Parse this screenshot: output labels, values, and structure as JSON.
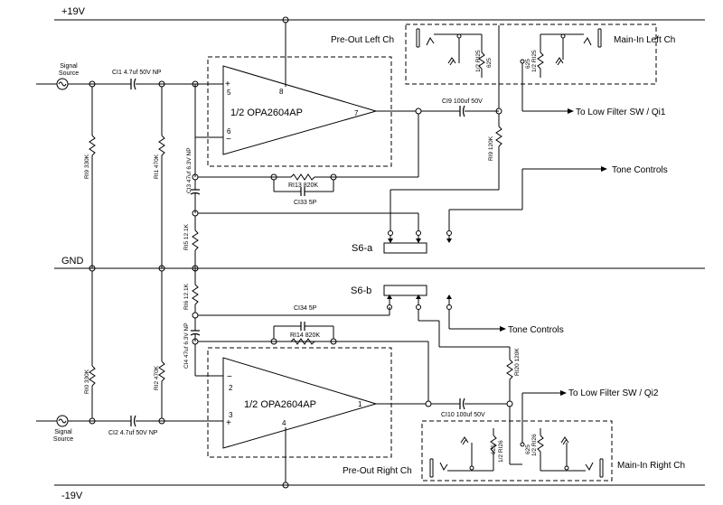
{
  "rails": {
    "pos": "+19V",
    "gnd": "GND",
    "neg": "-19V"
  },
  "sources": {
    "top": [
      "Signal",
      "Source"
    ],
    "bottom": [
      "Signal",
      "Source"
    ]
  },
  "opamps": {
    "upper": {
      "name": "1/2 OPA2604AP",
      "pin_plus": "+",
      "pin_minus": "−",
      "pin5": "5",
      "pin6": "6",
      "pin7": "7",
      "pin8": "8"
    },
    "lower": {
      "name": "1/2 OPA2604AP",
      "pin_minus": "−",
      "pin_plus": "+",
      "pin2": "2",
      "pin3": "3",
      "pin1": "1",
      "pin4": "4"
    }
  },
  "components": {
    "c11": "CI1 4.7uf 50V NP",
    "c12": "CI2 4.7uf 50V NP",
    "c3": "CI3 47uf 6.3V NP",
    "c4": "CI4 47uf 6.3V NP",
    "c9": "CI9 100uf 50V",
    "c10": "CI10 100uf 50V",
    "c33": "CI33 5P",
    "c34": "CI34 5P",
    "r9": "RI9 330K",
    "r10": "RI0 330K",
    "r11": "RI1 470K",
    "r12": "RI2 470K",
    "r13": "RI13 820K",
    "r14": "RI14 820K",
    "r15": "RI5 12.1K",
    "r16": "RI6 12.1K",
    "r19": "RI9 120K",
    "r20": "RI20 120K",
    "r25a": "1/2 RI25",
    "r25a_val": "625",
    "r25b": "1/2 RI25",
    "r25b_val": "625",
    "r26a": "1/2 RI26",
    "r26a_val": "625",
    "r26b": "1/2 RI26",
    "r26b_val": "625"
  },
  "labels": {
    "preout_left": "Pre-Out Left Ch",
    "mainin_left": "Main-In Left Ch",
    "preout_right": "Pre-Out Right Ch",
    "mainin_right": "Main-In Right Ch",
    "to_low_left": "To Low Filter SW / Qi1",
    "to_low_right": "To Low Filter SW / Qi2",
    "tone_top": "Tone Controls",
    "tone_bottom": "Tone Controls",
    "s6a": "S6-a",
    "s6b": "S6-b"
  }
}
